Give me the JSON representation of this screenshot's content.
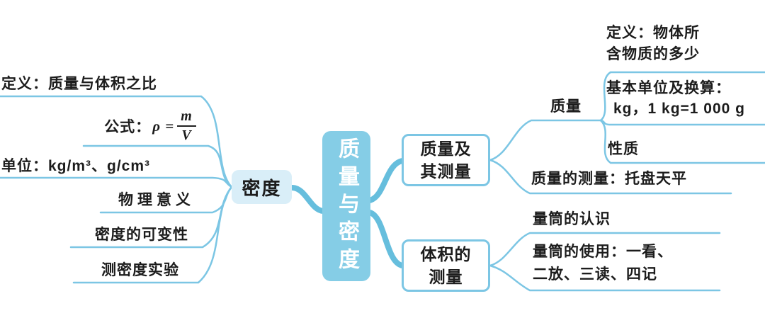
{
  "colors": {
    "accent": "#7cc6e4",
    "trunk": "#66bedd",
    "center-fill": "#85cde6",
    "density-fill": "#d9eef8",
    "text": "#1c1c1c"
  },
  "center": {
    "title": "质量与密度"
  },
  "density": {
    "label": "密度",
    "definition": "定义：质量与体积之比",
    "formula": {
      "prefix": "公式：",
      "rho": "ρ =",
      "numerator": "m",
      "denominator": "V"
    },
    "unit": "单位：kg/m³、g/cm³",
    "meaning": "物理意义",
    "variability": "密度的可变性",
    "experiment": "测密度实验"
  },
  "mass": {
    "box_line1": "质量及",
    "box_line2": "其测量",
    "node": "质量",
    "definition_line1": "定义：物体所",
    "definition_line2": "含物质的多少",
    "unit_line1": "基本单位及换算：",
    "unit_line2": "kg，1 kg=1 000 g",
    "property": "性质",
    "measurement": "质量的测量：托盘天平"
  },
  "volume": {
    "box_line1": "体积的",
    "box_line2": "测量",
    "cylinder": "量筒的认识",
    "usage_line1": "量筒的使用：一看、",
    "usage_line2": "二放、三读、四记"
  }
}
